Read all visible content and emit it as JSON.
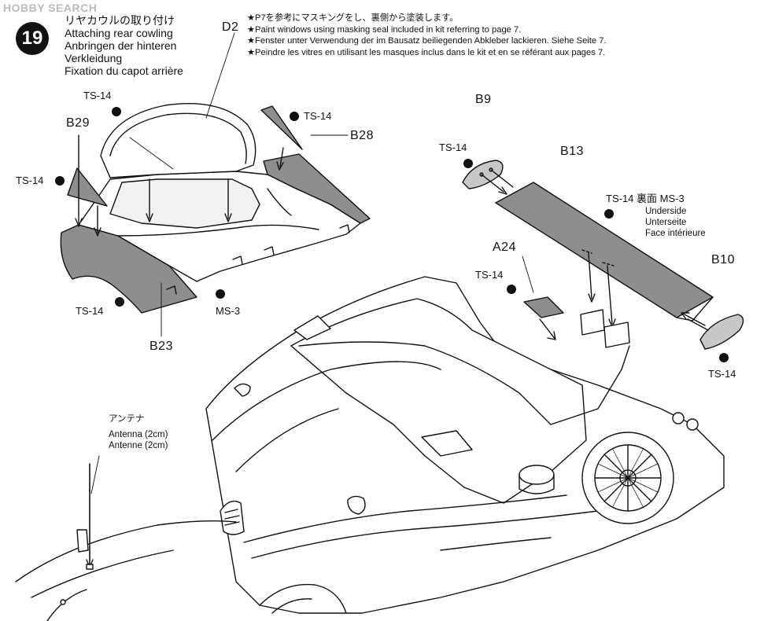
{
  "watermark": "HOBBY SEARCH",
  "step": {
    "number": "19",
    "title_jp": "リヤカウルの取り付け",
    "title_en": "Attaching rear cowling",
    "title_de": "Anbringen der hinteren",
    "title_de2": "Verkleidung",
    "title_fr": "Fixation du capot arrière"
  },
  "notes": {
    "jp": "★P7を参考にマスキングをし、裏側から塗装します。",
    "en": "★Paint windows using masking seal included in kit referring to page 7.",
    "de": "★Fenster unter Verwendung der im Bausatz beiliegenden Abkleber lackieren. Siehe Seite 7.",
    "fr": "★Peindre les vitres en utilisant les masques inclus dans le kit et en se référant aux pages 7."
  },
  "parts": {
    "d2": "D2",
    "b29": "B29",
    "b28": "B28",
    "b23": "B23",
    "b9": "B9",
    "b13": "B13",
    "b10": "B10",
    "a24": "A24"
  },
  "adhesive": {
    "ts14": "TS-14",
    "ms3": "MS-3",
    "underside_jp": "裏面",
    "underside_ms3": "MS-3",
    "underside_en": "Underside",
    "underside_de": "Unterseite",
    "underside_fr": "Face intérieure"
  },
  "antenna": {
    "jp": "アンテナ",
    "en": "Antenna (2cm)",
    "de": "Antenne (2cm)"
  },
  "colors": {
    "ink": "#111111",
    "part_fill": "#8e8e8e",
    "shade": "#c8c8c8"
  }
}
